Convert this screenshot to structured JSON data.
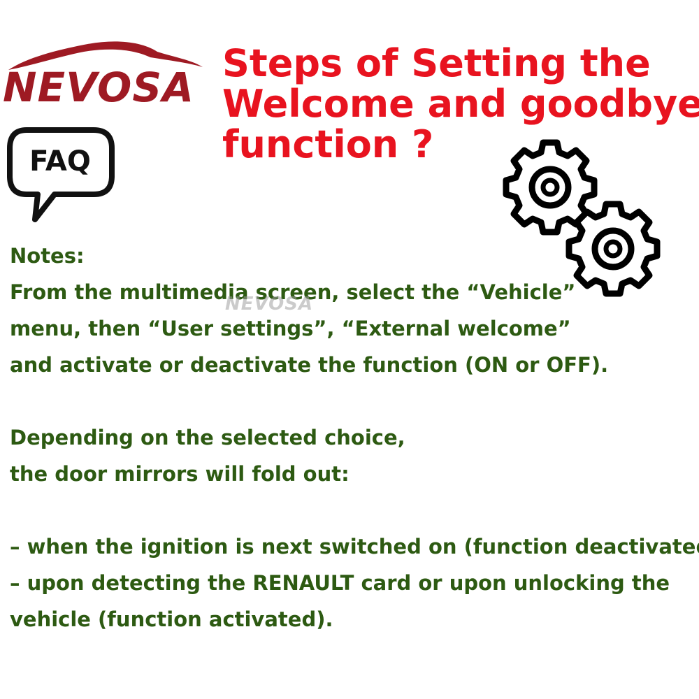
{
  "brand": {
    "logo_text": "NEVOSA",
    "watermark_text": "NEVOSA",
    "colors": {
      "logo": "#9e1a23",
      "title": "#e8131f",
      "body": "#2d5a12"
    }
  },
  "title_lines": [
    "Steps of Setting the",
    "Welcome and goodbye",
    "function ?"
  ],
  "faq_badge": {
    "label": "FAQ",
    "icon": "speech-bubble-icon"
  },
  "gears_icon": "gears-icon",
  "notes": {
    "heading": "Notes:",
    "paragraph1": [
      "From the multimedia screen, select the “Vehicle”",
      "menu, then “User settings”, “External welcome”",
      "and activate or deactivate the function (ON or OFF)."
    ],
    "paragraph2": [
      "Depending on the selected choice,",
      "the door mirrors will fold out:"
    ],
    "paragraph3": [
      "– when the ignition is next switched on (function deactivated);",
      "– upon detecting the RENAULT card or upon unlocking the",
      "vehicle (function activated)."
    ]
  }
}
